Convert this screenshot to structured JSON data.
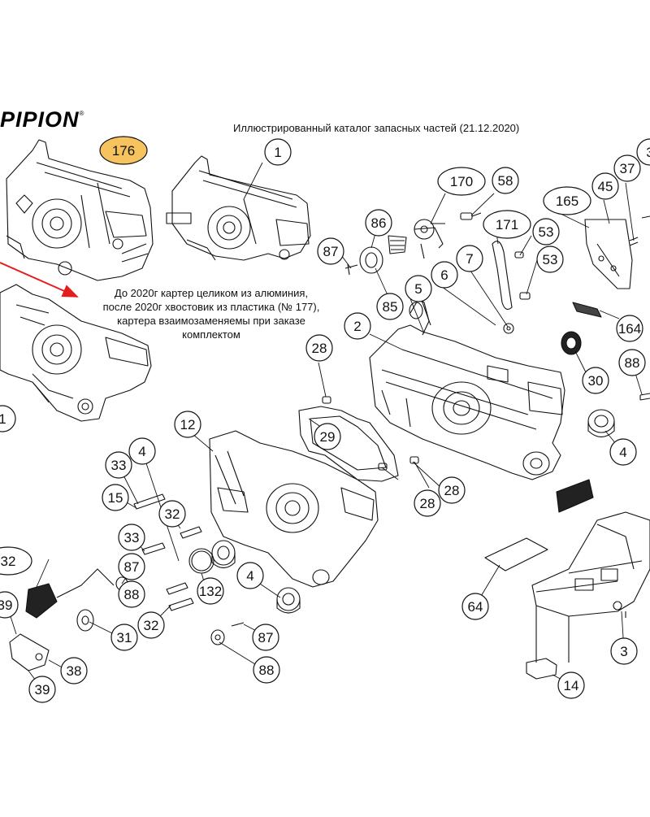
{
  "header": {
    "brand": "PIPION",
    "brand_mark": "®",
    "title": "Иллюстрированный каталог запасных частей (21.12.2020)"
  },
  "note": {
    "lines": [
      "До 2020г картер целиком из алюминия,",
      "после 2020г хвостовик из пластика (№ 177),",
      "картера взаимозаменяемы при заказе",
      "комплектом"
    ]
  },
  "highlight_color": "#f7c35f",
  "arrow_color": "#e41e1e",
  "callouts": [
    {
      "label": "176",
      "highlighted": true
    },
    {
      "label": "1"
    },
    {
      "label": "1"
    },
    {
      "label": "170"
    },
    {
      "label": "58"
    },
    {
      "label": "171"
    },
    {
      "label": "165"
    },
    {
      "label": "45"
    },
    {
      "label": "37"
    },
    {
      "label": "3"
    },
    {
      "label": "86"
    },
    {
      "label": "87"
    },
    {
      "label": "53"
    },
    {
      "label": "53"
    },
    {
      "label": "6"
    },
    {
      "label": "7"
    },
    {
      "label": "5"
    },
    {
      "label": "85"
    },
    {
      "label": "2"
    },
    {
      "label": "164"
    },
    {
      "label": "28"
    },
    {
      "label": "30"
    },
    {
      "label": "88"
    },
    {
      "label": "29"
    },
    {
      "label": "4"
    },
    {
      "label": "28"
    },
    {
      "label": "28"
    },
    {
      "label": "12"
    },
    {
      "label": "4"
    },
    {
      "label": "33"
    },
    {
      "label": "15"
    },
    {
      "label": "32"
    },
    {
      "label": "33"
    },
    {
      "label": "87"
    },
    {
      "label": "88"
    },
    {
      "label": "32"
    },
    {
      "label": "132"
    },
    {
      "label": "4"
    },
    {
      "label": "39"
    },
    {
      "label": "31"
    },
    {
      "label": "32"
    },
    {
      "label": "87"
    },
    {
      "label": "38"
    },
    {
      "label": "39"
    },
    {
      "label": "88"
    },
    {
      "label": "64"
    },
    {
      "label": "3"
    },
    {
      "label": "14"
    }
  ]
}
